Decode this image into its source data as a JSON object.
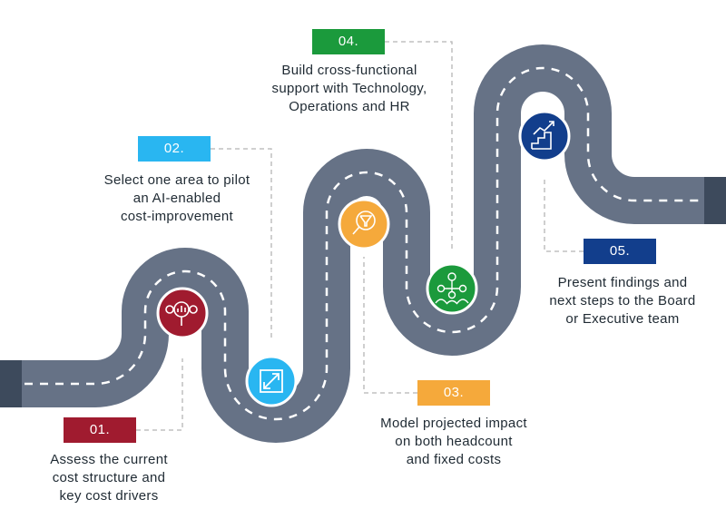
{
  "steps": [
    {
      "number": "01.",
      "color": "#a01b2f",
      "icon": "magnifier-with-cost-icon",
      "lines": [
        "Assess the current",
        "cost structure and",
        "key cost drivers"
      ]
    },
    {
      "number": "02.",
      "color": "#29b6f1",
      "icon": "expand-arrow-icon",
      "lines": [
        "Select one area to pilot",
        "an AI-enabled",
        "cost-improvement"
      ]
    },
    {
      "number": "03.",
      "color": "#f5a93b",
      "icon": "magnifier-funnel-icon",
      "lines": [
        "Model projected impact",
        "on both headcount",
        "and fixed costs"
      ]
    },
    {
      "number": "04.",
      "color": "#1b9a3c",
      "icon": "team-network-icon",
      "lines": [
        "Build cross-functional",
        "support with Technology,",
        "Operations and HR"
      ]
    },
    {
      "number": "05.",
      "color": "#123e8c",
      "icon": "growth-chart-steps-icon",
      "lines": [
        "Present findings and",
        "next steps to the Board",
        "or Executive team"
      ]
    }
  ],
  "colors": {
    "road": "#667286",
    "road_end": "#3d4a5c",
    "lane": "#ffffff",
    "connector": "#b5b5b5"
  }
}
